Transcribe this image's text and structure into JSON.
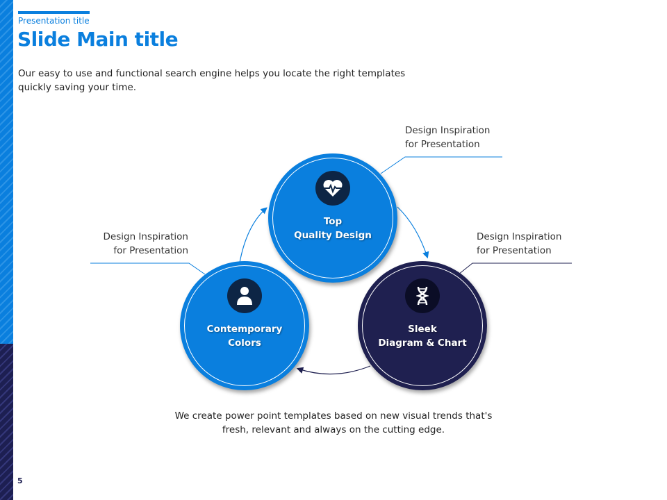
{
  "header": {
    "presentation_title": "Presentation title",
    "main_title": "Slide Main title"
  },
  "description": "Our easy to use and functional search engine helps you locate the right templates quickly saving your time.",
  "callouts": [
    {
      "line1": "Design Inspiration",
      "line2": "for Presentation"
    },
    {
      "line1": "Design Inspiration",
      "line2": "for Presentation"
    },
    {
      "line1": "Design Inspiration",
      "line2": "for Presentation"
    }
  ],
  "circles": [
    {
      "line1": "Top",
      "line2": "Quality Design",
      "icon": "heartbeat-icon",
      "color": "#0a7fde"
    },
    {
      "line1": "Contemporary",
      "line2": "Colors",
      "icon": "person-icon",
      "color": "#0a7fde"
    },
    {
      "line1": "Sleek",
      "line2": "Diagram & Chart",
      "icon": "dna-icon",
      "color": "#1f2050"
    }
  ],
  "footer_text": "We create power point templates based on new visual trends that's fresh, relevant and always on the cutting edge.",
  "page_number": "5"
}
